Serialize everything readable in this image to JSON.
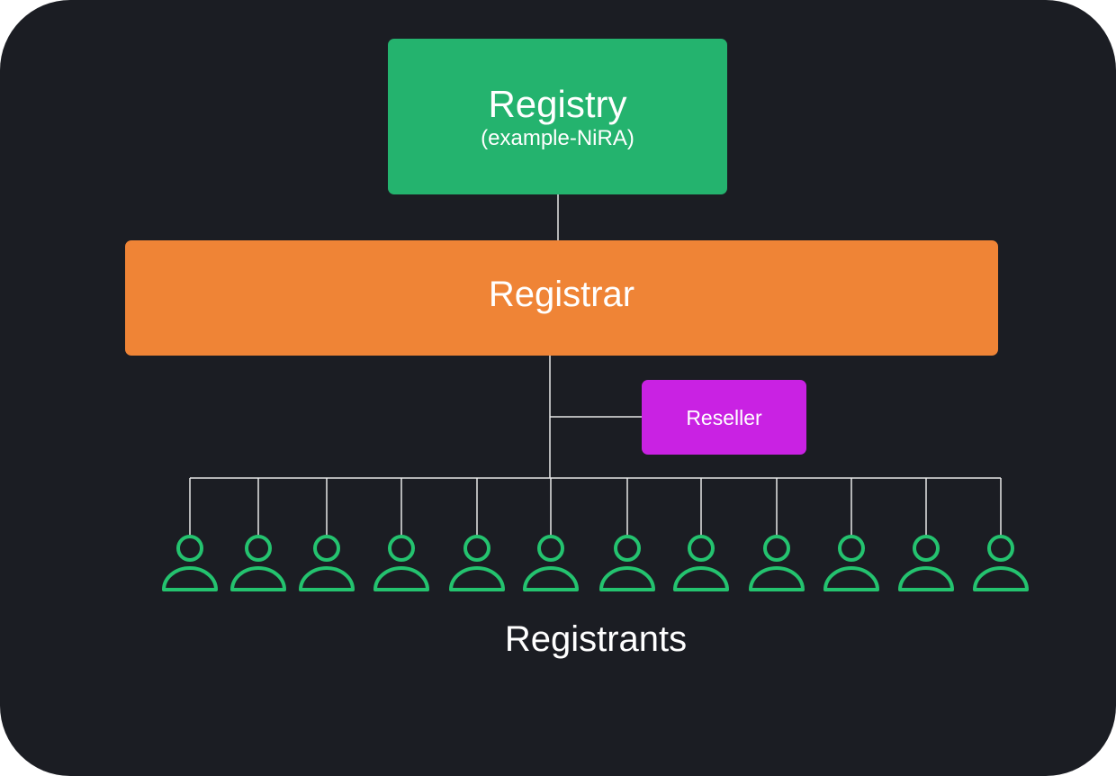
{
  "registry": {
    "title": "Registry",
    "subtitle": "(example-NiRA)",
    "color": "#24b36e"
  },
  "registrar": {
    "title": "Registrar",
    "color": "#ef8436"
  },
  "reseller": {
    "title": "Reseller",
    "color": "#c922e3"
  },
  "registrants": {
    "label": "Registrants",
    "count": 12,
    "icon": "person-icon",
    "color": "#24c36f"
  },
  "colors": {
    "background": "#1b1d23",
    "connector": "#e8e8e8"
  }
}
